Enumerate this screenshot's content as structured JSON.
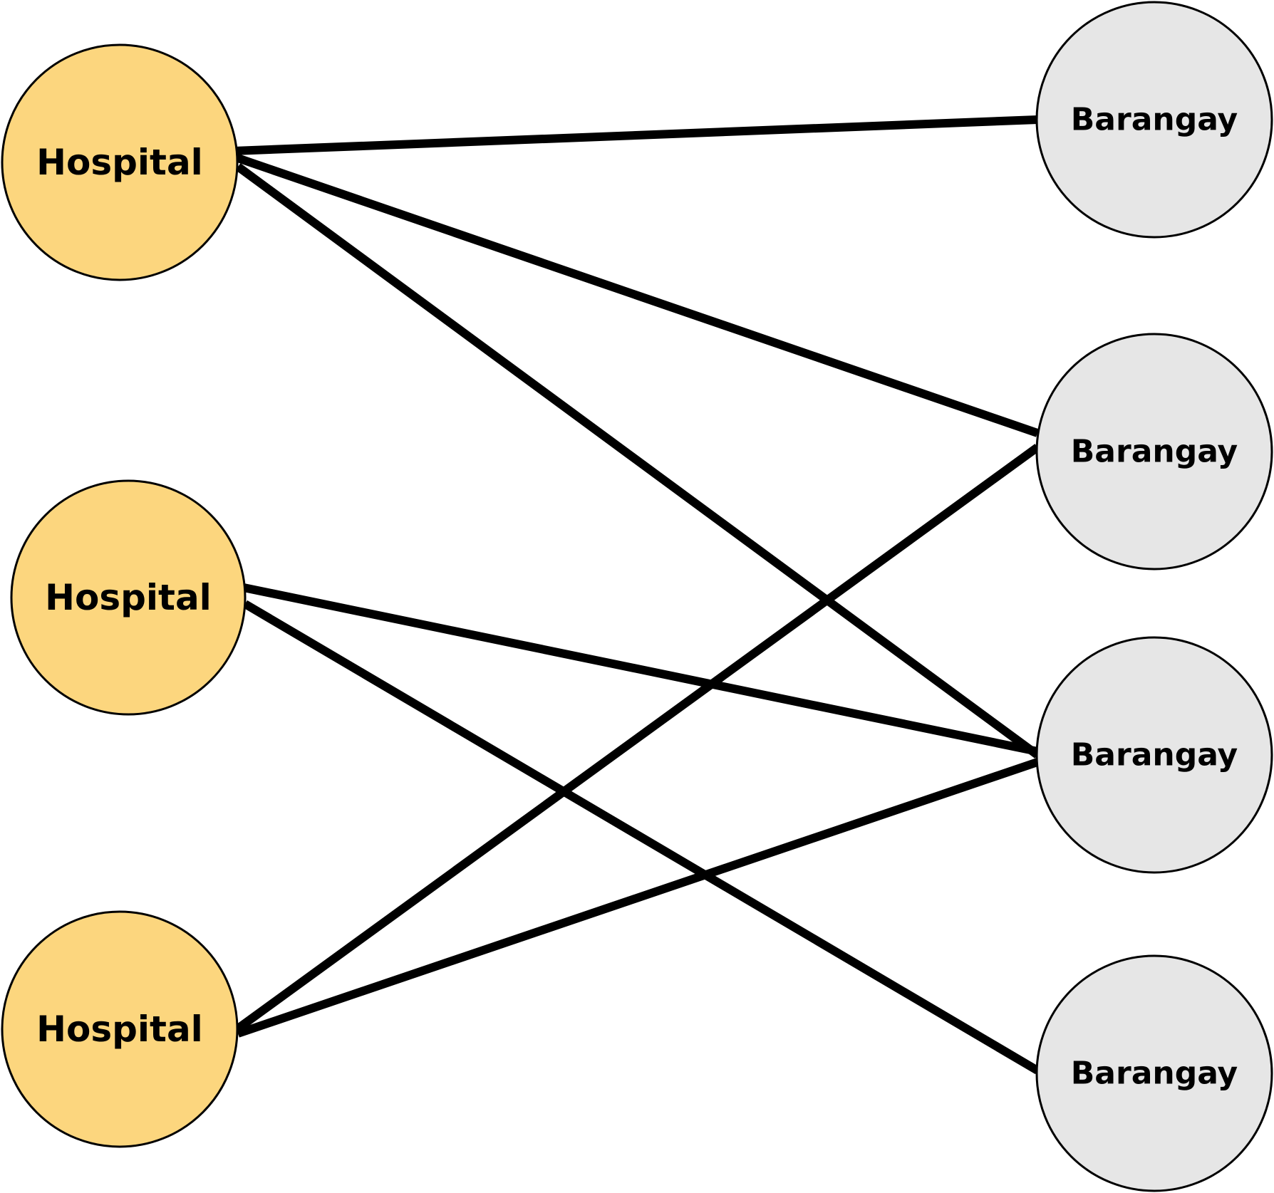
{
  "colors": {
    "hospital_fill": "#fcd67e",
    "barangay_fill": "#e6e6e6",
    "edge": "#000000",
    "outline": "#000000"
  },
  "nodes": {
    "hospitals": [
      {
        "id": "h1",
        "label": "Hospital"
      },
      {
        "id": "h2",
        "label": "Hospital"
      },
      {
        "id": "h3",
        "label": "Hospital"
      }
    ],
    "barangays": [
      {
        "id": "b1",
        "label": "Barangay"
      },
      {
        "id": "b2",
        "label": "Barangay"
      },
      {
        "id": "b3",
        "label": "Barangay"
      },
      {
        "id": "b4",
        "label": "Barangay"
      }
    ]
  },
  "edges": [
    {
      "from": "h1",
      "to": "b1"
    },
    {
      "from": "h1",
      "to": "b2"
    },
    {
      "from": "h1",
      "to": "b3"
    },
    {
      "from": "h2",
      "to": "b3"
    },
    {
      "from": "h2",
      "to": "b4"
    },
    {
      "from": "h3",
      "to": "b2"
    },
    {
      "from": "h3",
      "to": "b3"
    }
  ]
}
